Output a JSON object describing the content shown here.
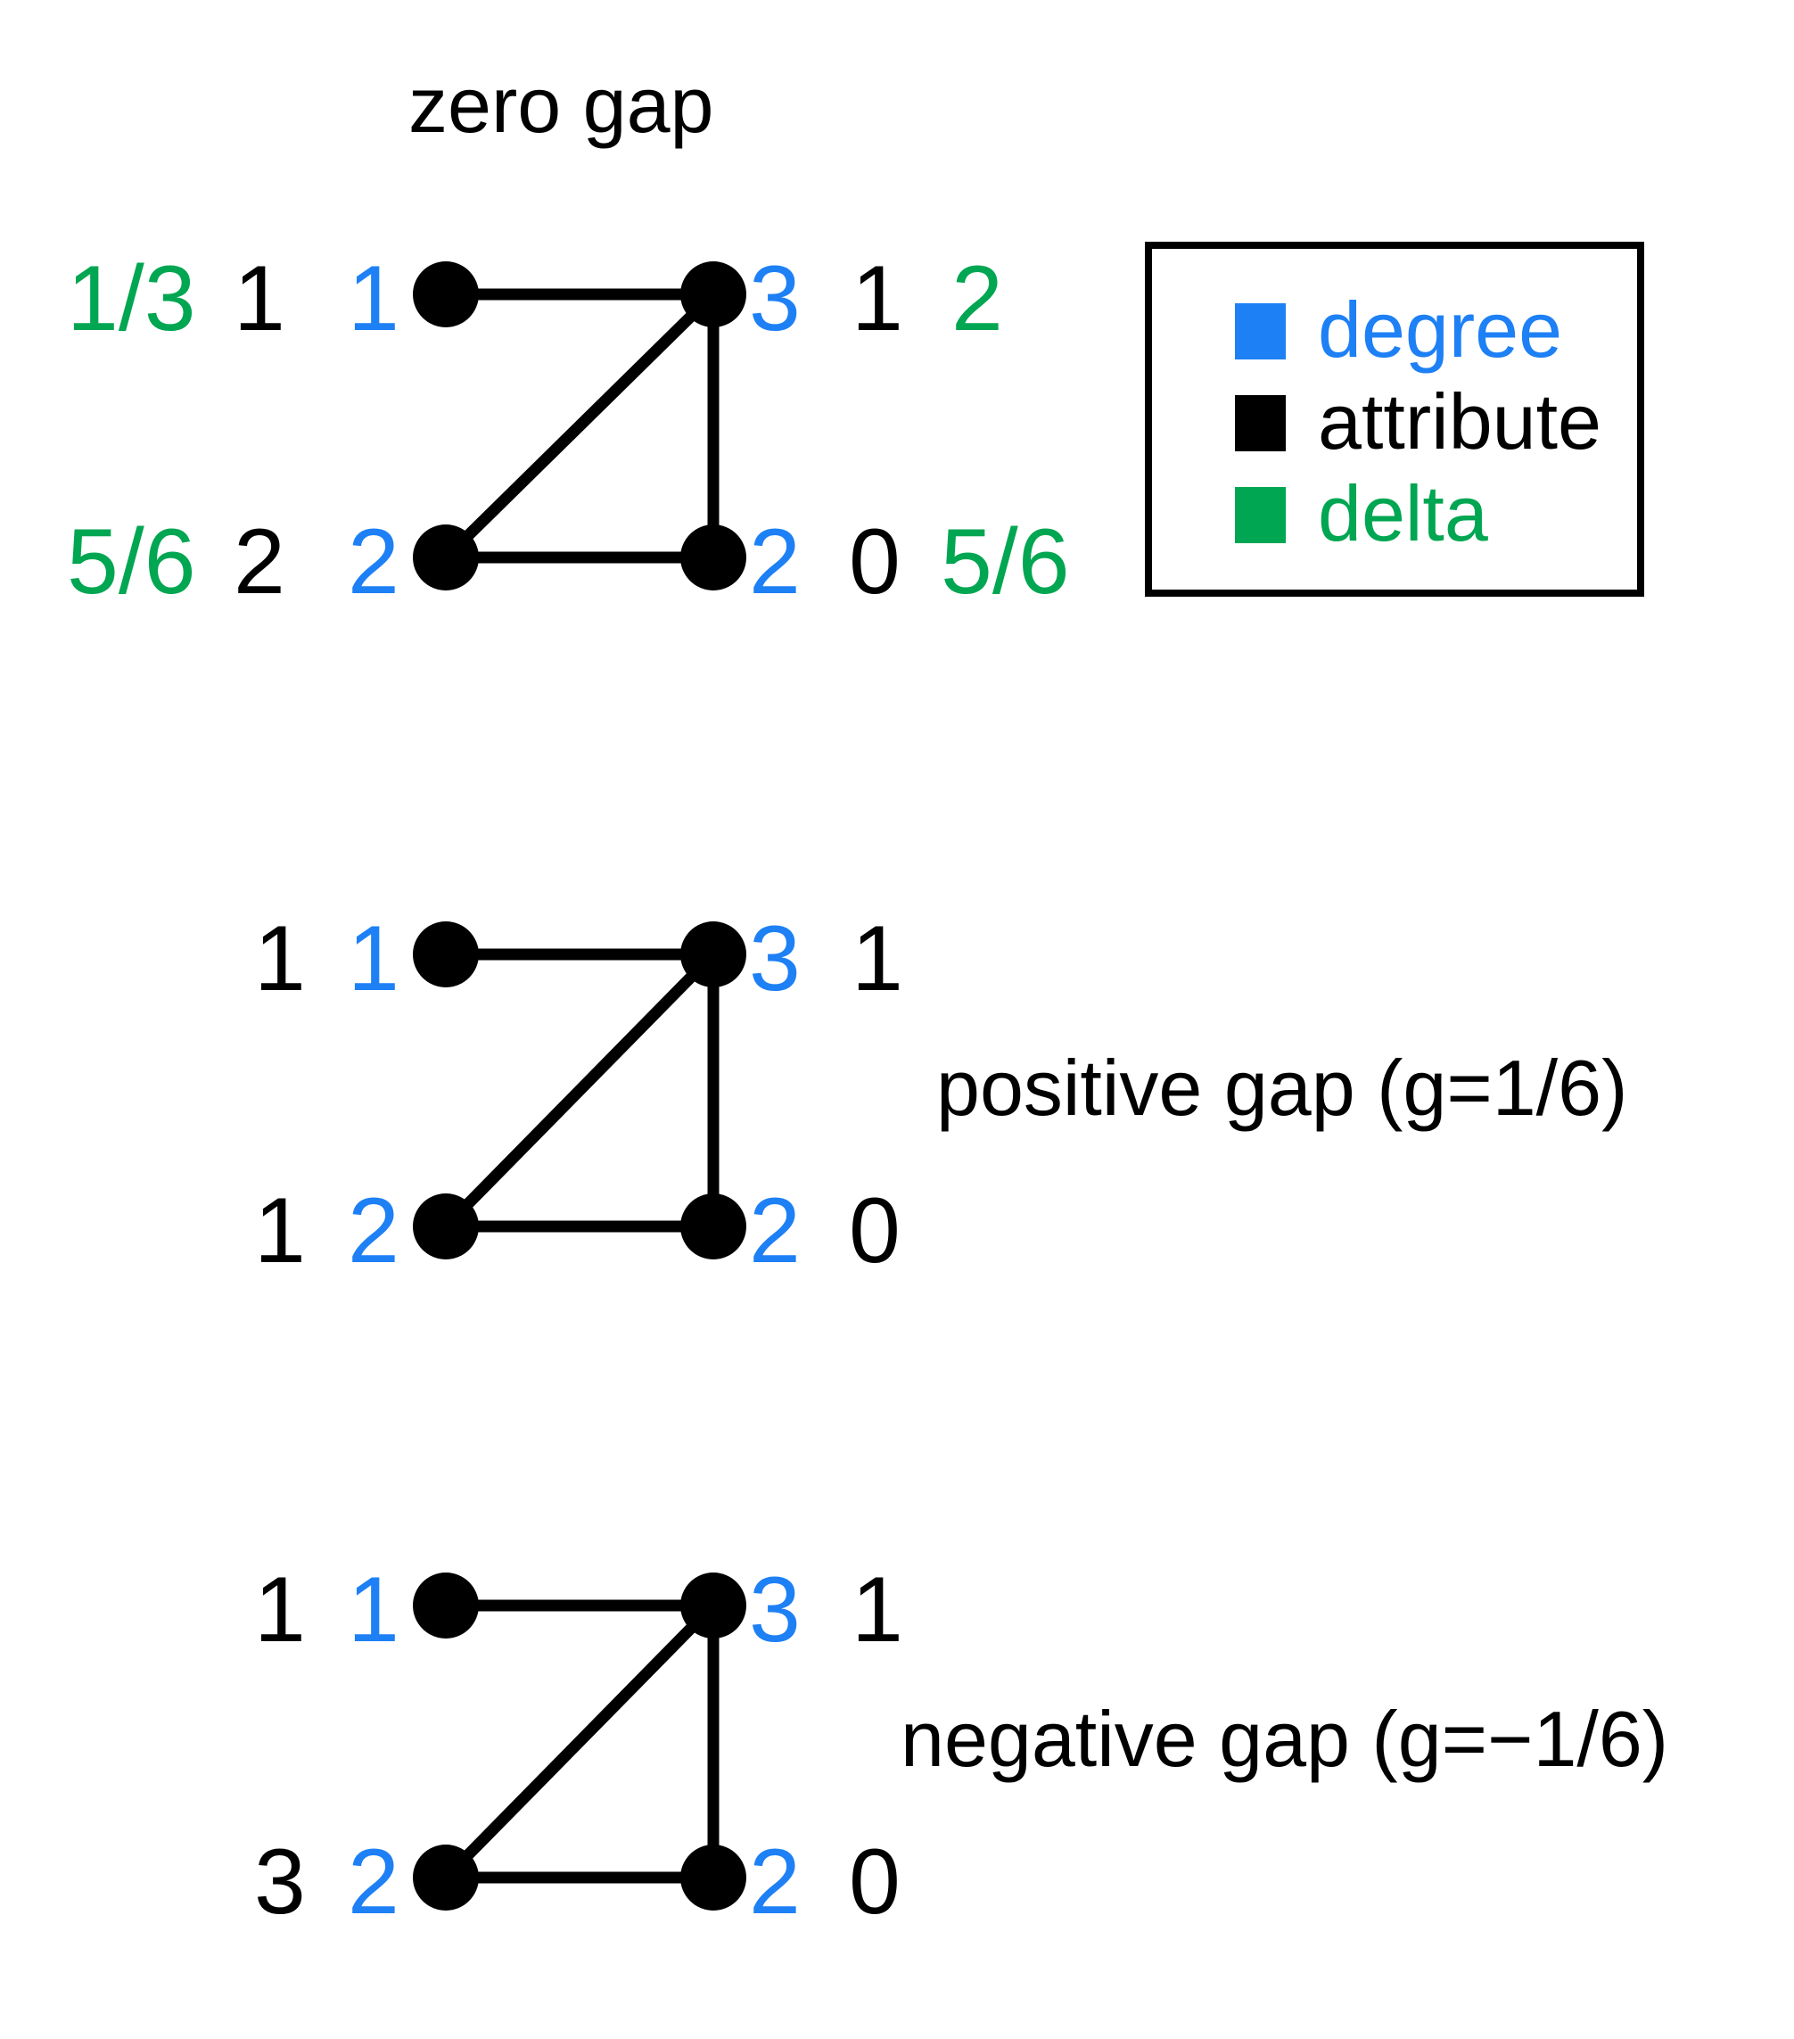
{
  "figure": {
    "background": "#ffffff",
    "colors": {
      "degree": "#1e80f5",
      "attribute": "#000000",
      "delta": "#00a651",
      "edge": "#000000",
      "node": "#000000"
    }
  },
  "legend": {
    "items": [
      {
        "swatch_color": "#1e80f5",
        "label": "degree"
      },
      {
        "swatch_color": "#000000",
        "label": "attribute"
      },
      {
        "swatch_color": "#00a651",
        "label": "delta"
      }
    ]
  },
  "panels": [
    {
      "id": "zero-gap",
      "title": "zero gap",
      "title_position": "above",
      "nodes": [
        {
          "id": "top-left",
          "degree": "1",
          "attribute": "1",
          "delta": "1/3",
          "label_side": "left"
        },
        {
          "id": "top-right",
          "degree": "3",
          "attribute": "1",
          "delta": "2",
          "label_side": "right"
        },
        {
          "id": "bottom-left",
          "degree": "2",
          "attribute": "2",
          "delta": "5/6",
          "label_side": "left"
        },
        {
          "id": "bottom-right",
          "degree": "2",
          "attribute": "0",
          "delta": "5/6",
          "label_side": "right"
        }
      ],
      "edges": [
        [
          "top-left",
          "top-right"
        ],
        [
          "top-right",
          "bottom-left"
        ],
        [
          "top-right",
          "bottom-right"
        ],
        [
          "bottom-left",
          "bottom-right"
        ]
      ]
    },
    {
      "id": "positive-gap",
      "title": "positive gap (g=1/6)",
      "title_position": "right",
      "nodes": [
        {
          "id": "top-left",
          "degree": "1",
          "attribute": "1",
          "delta": null,
          "label_side": "left"
        },
        {
          "id": "top-right",
          "degree": "3",
          "attribute": "1",
          "delta": null,
          "label_side": "right"
        },
        {
          "id": "bottom-left",
          "degree": "2",
          "attribute": "1",
          "delta": null,
          "label_side": "left"
        },
        {
          "id": "bottom-right",
          "degree": "2",
          "attribute": "0",
          "delta": null,
          "label_side": "right"
        }
      ],
      "edges": [
        [
          "top-left",
          "top-right"
        ],
        [
          "top-right",
          "bottom-left"
        ],
        [
          "top-right",
          "bottom-right"
        ],
        [
          "bottom-left",
          "bottom-right"
        ]
      ]
    },
    {
      "id": "negative-gap",
      "title": "negative gap (g=−1/6)",
      "title_position": "right",
      "nodes": [
        {
          "id": "top-left",
          "degree": "1",
          "attribute": "1",
          "delta": null,
          "label_side": "left"
        },
        {
          "id": "top-right",
          "degree": "3",
          "attribute": "1",
          "delta": null,
          "label_side": "right"
        },
        {
          "id": "bottom-left",
          "degree": "2",
          "attribute": "3",
          "delta": null,
          "label_side": "left"
        },
        {
          "id": "bottom-right",
          "degree": "2",
          "attribute": "0",
          "delta": null,
          "label_side": "right"
        }
      ],
      "edges": [
        [
          "top-left",
          "top-right"
        ],
        [
          "top-right",
          "bottom-left"
        ],
        [
          "top-right",
          "bottom-right"
        ],
        [
          "bottom-left",
          "bottom-right"
        ]
      ]
    }
  ]
}
